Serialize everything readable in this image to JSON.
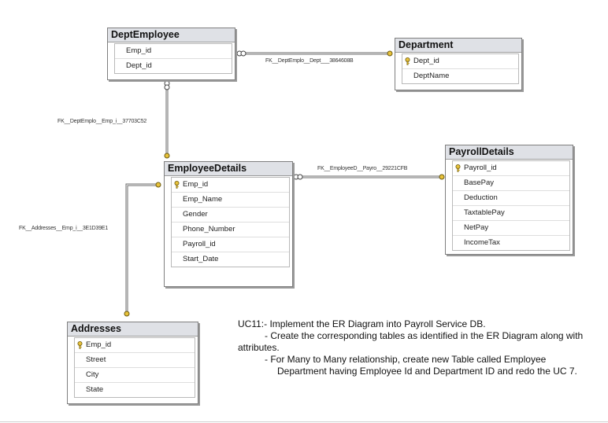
{
  "tables": {
    "dept_employee": {
      "title": "DeptEmployee",
      "columns": [
        {
          "name": "Emp_id",
          "key": false
        },
        {
          "name": "Dept_id",
          "key": false
        }
      ]
    },
    "department": {
      "title": "Department",
      "columns": [
        {
          "name": "Dept_id",
          "key": true
        },
        {
          "name": "DeptName",
          "key": false
        }
      ]
    },
    "employee_details": {
      "title": "EmployeeDetails",
      "columns": [
        {
          "name": "Emp_id",
          "key": true
        },
        {
          "name": "Emp_Name",
          "key": false
        },
        {
          "name": "Gender",
          "key": false
        },
        {
          "name": "Phone_Number",
          "key": false
        },
        {
          "name": "Payroll_id",
          "key": false
        },
        {
          "name": "Start_Date",
          "key": false
        }
      ]
    },
    "payroll_details": {
      "title": "PayrollDetails",
      "columns": [
        {
          "name": "Payroll_id",
          "key": true
        },
        {
          "name": "BasePay",
          "key": false
        },
        {
          "name": "Deduction",
          "key": false
        },
        {
          "name": "TaxtablePay",
          "key": false
        },
        {
          "name": "NetPay",
          "key": false
        },
        {
          "name": "IncomeTax",
          "key": false
        }
      ]
    },
    "addresses": {
      "title": "Addresses",
      "columns": [
        {
          "name": "Emp_id",
          "key": true
        },
        {
          "name": "Street",
          "key": false
        },
        {
          "name": "City",
          "key": false
        },
        {
          "name": "State",
          "key": false
        }
      ]
    }
  },
  "relationships": {
    "dept_employee_department": "FK__DeptEmplo__Dept___3864608B",
    "dept_employee_employee": "FK__DeptEmplo__Emp_i__37703C52",
    "employee_payroll": "FK__EmployeeD__Payro__29221CFB",
    "addresses_employee": "FK__Addresses__Emp_i__3E1D39E1"
  },
  "notes": {
    "line1": "UC11:- Implement the ER Diagram into Payroll Service DB.",
    "line2": "- Create the corresponding tables as identified in the ER Diagram along with",
    "line3": "attributes.",
    "line4": "- For Many to Many relationship, create new Table called Employee",
    "line5": "Department having Employee Id and Department ID and redo the UC 7."
  },
  "colors": {
    "key_icon": "#c9a21d",
    "connector": "#6b6b6b",
    "title_bar": "#dfe1e6"
  }
}
